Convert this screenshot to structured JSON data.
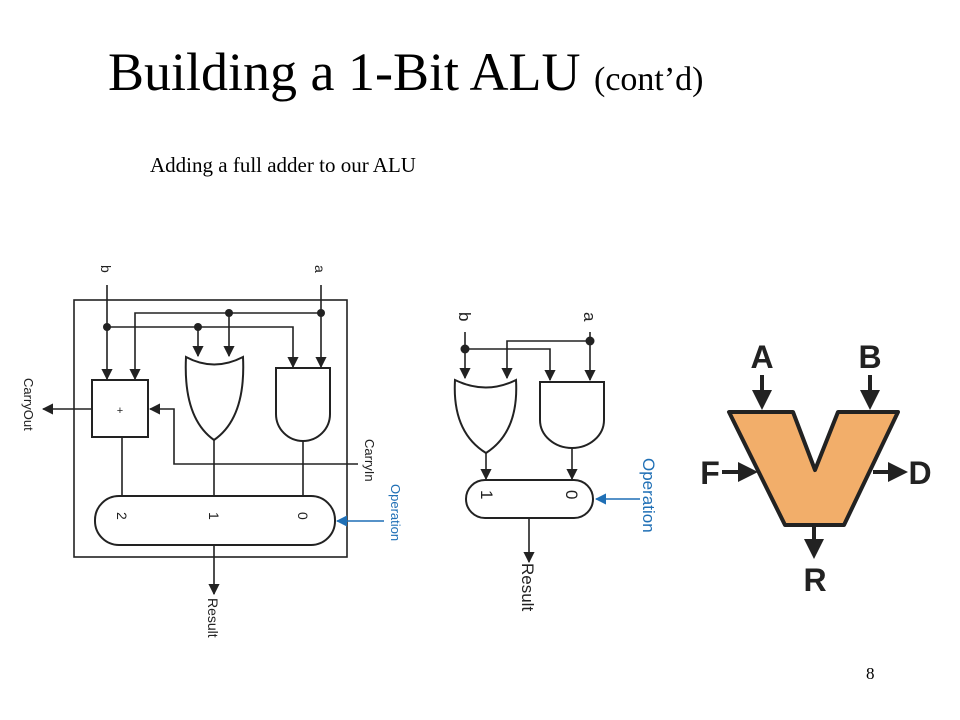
{
  "slide": {
    "title_main": "Building a 1-Bit ALU",
    "title_suffix": "(cont’d)",
    "subtitle": "Adding a full adder to our ALU",
    "page_number": "8"
  },
  "diagram1": {
    "input_b": "b",
    "input_a": "a",
    "adder_symbol": "+",
    "carry_out": "CarryOut",
    "carry_in": "CarryIn",
    "operation": "Operation",
    "result": "Result",
    "mux_inputs": [
      "2",
      "1",
      "0"
    ]
  },
  "diagram2": {
    "input_b": "b",
    "input_a": "a",
    "operation": "Operation",
    "result": "Result",
    "mux_inputs": [
      "1",
      "0"
    ]
  },
  "symbol": {
    "in_a": "A",
    "in_b": "B",
    "in_f": "F",
    "out_d": "D",
    "out_r": "R",
    "fill_color": "#F2AE6A",
    "operation_color": "#1F6FB5"
  }
}
